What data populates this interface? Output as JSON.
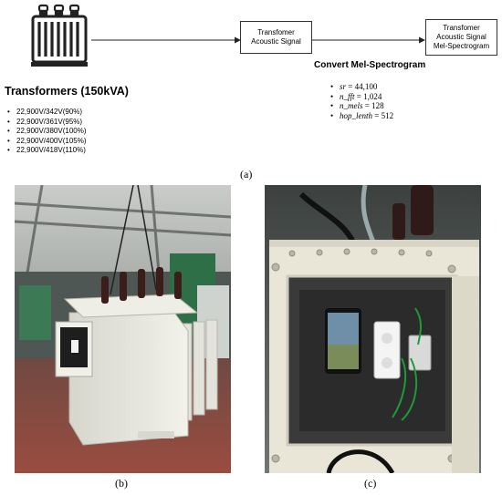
{
  "flow": {
    "box1": "Transfomer\nAcoustic Signal",
    "box2": "Transfomer\nAcoustic Signal\nMel-Spectrogram",
    "process_label": "Convert Mel-Spectrogram"
  },
  "transformer": {
    "title": "Transformers (150kVA)",
    "voltages": [
      "22,900V/342V(90%)",
      "22,900V/361V(95%)",
      "22,900V/380V(100%)",
      "22,900V/400V(105%)",
      "22,900V/418V(110%)"
    ]
  },
  "params": [
    {
      "name": "sr",
      "value": " = 44,100"
    },
    {
      "name": "n_fft",
      "value": " = 1,024"
    },
    {
      "name": "n_mels",
      "value": " = 128"
    },
    {
      "name": "hop_lenth",
      "value": " = 512"
    }
  ],
  "captions": {
    "a": "(a)",
    "b": "(b)",
    "c": "(c)"
  },
  "colors": {
    "cabinet": "#e9e6d8",
    "floor": "#8a4a3e",
    "wire": "#1f9a3a"
  }
}
